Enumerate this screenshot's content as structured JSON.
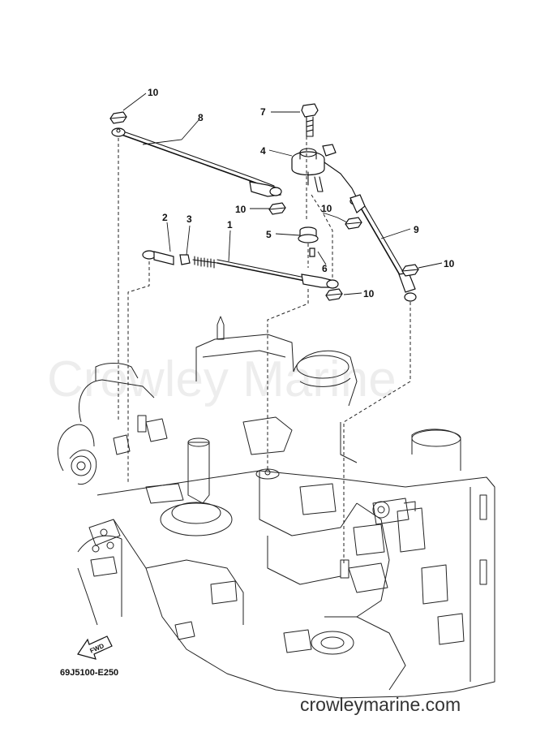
{
  "diagram": {
    "callouts": [
      {
        "id": "c10a",
        "text": "10"
      },
      {
        "id": "c8",
        "text": "8"
      },
      {
        "id": "c7",
        "text": "7"
      },
      {
        "id": "c4",
        "text": "4"
      },
      {
        "id": "c10b",
        "text": "10"
      },
      {
        "id": "c10c",
        "text": "10"
      },
      {
        "id": "c2",
        "text": "2"
      },
      {
        "id": "c3",
        "text": "3"
      },
      {
        "id": "c1",
        "text": "1"
      },
      {
        "id": "c5",
        "text": "5"
      },
      {
        "id": "c9",
        "text": "9"
      },
      {
        "id": "c6",
        "text": "6"
      },
      {
        "id": "c10d",
        "text": "10"
      },
      {
        "id": "c10e",
        "text": "10"
      }
    ],
    "fwd_label": "FWD",
    "figure_code": "69J5100-E250",
    "watermark": "Crowley Marine",
    "site_url": "crowleymarine.com"
  }
}
